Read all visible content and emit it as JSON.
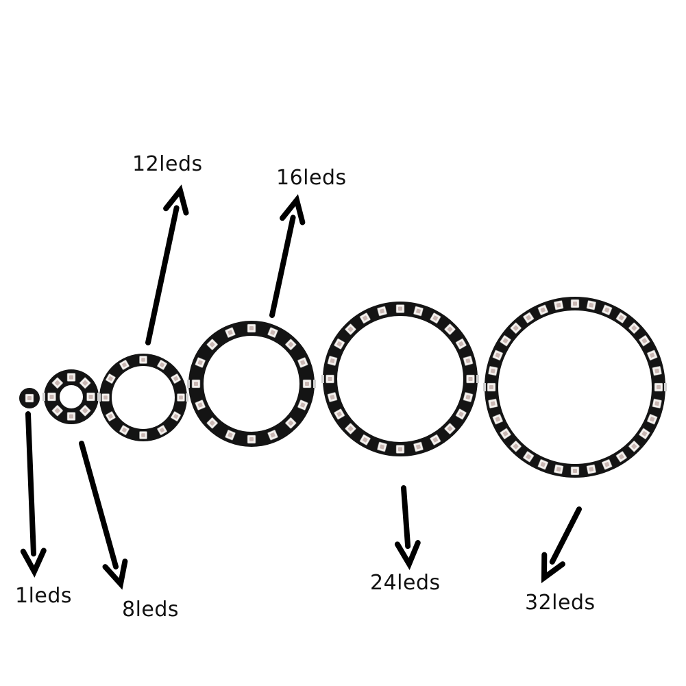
{
  "colors": {
    "background": "#ffffff",
    "pcb": "#141414",
    "led_body": "#f4f1ee",
    "led_chip": "#c9b7b3",
    "arrow": "#000000",
    "text": "#111111"
  },
  "products": [
    {
      "label": "1leds",
      "led_count": 1
    },
    {
      "label": "8leds",
      "led_count": 8
    },
    {
      "label": "12leds",
      "led_count": 12
    },
    {
      "label": "16leds",
      "led_count": 16
    },
    {
      "label": "24leds",
      "led_count": 24
    },
    {
      "label": "32leds",
      "led_count": 32
    }
  ]
}
